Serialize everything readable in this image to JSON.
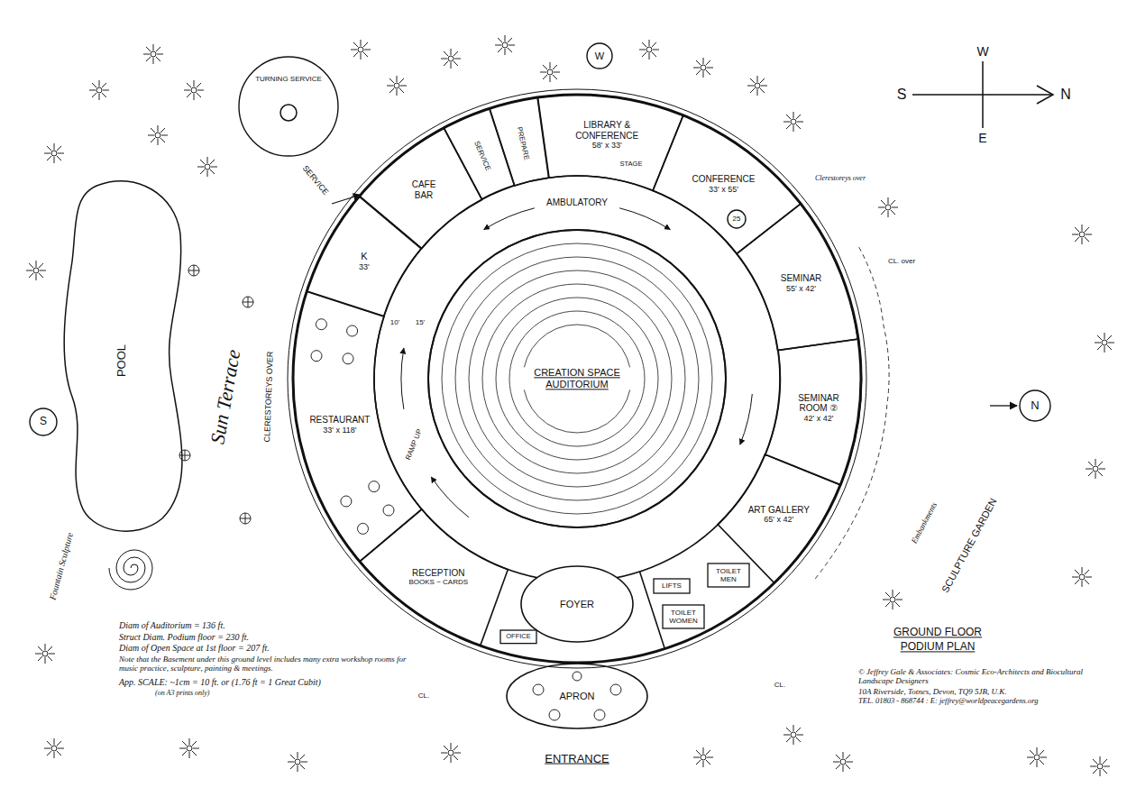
{
  "diagram": {
    "title": "GROUND FLOOR PODIUM PLAN",
    "nodes": [
      {
        "text": [
          "W"
        ]
      },
      {
        "text": [
          "TURNING SERVICE"
        ]
      },
      {
        "text": [
          "CAFE BAR"
        ]
      },
      {
        "text": [
          "SERVICE"
        ]
      },
      {
        "text": [
          "PREPARE"
        ]
      },
      {
        "text": [
          "LIBRARY & CONFERENCE",
          "58' x 33'"
        ]
      },
      {
        "text": [
          "CONFERENCE",
          "33' x 55'"
        ]
      },
      {
        "text": [
          "25"
        ],
        "in": 6
      },
      {
        "text": [
          "K",
          "33'"
        ]
      },
      {
        "text": [
          "AMBULATORY"
        ]
      },
      {
        "text": [
          "SEMINAR",
          "55' x 42'"
        ]
      },
      {
        "text": [
          "CREATION SPACE AUDITORIUM"
        ]
      },
      {
        "text": [
          "SEMINAR ROOM ②",
          "42' x 42'"
        ]
      },
      {
        "text": [
          "S"
        ]
      },
      {
        "text": [
          "RESTAURANT",
          "33' x 118'"
        ]
      },
      {
        "text": [
          "N"
        ]
      },
      {
        "text": [
          "POOL"
        ]
      },
      {
        "text": [
          "ART GALLERY",
          "65' x 42'"
        ]
      },
      {
        "text": [
          "LIFTS"
        ]
      },
      {
        "text": [
          "FOYER"
        ]
      },
      {
        "text": [
          "TOILET MEN"
        ]
      },
      {
        "text": [
          "RECEPTION",
          "BOOKS ~ CARDS"
        ]
      },
      {
        "text": [
          "TOILET WOMEN"
        ]
      },
      {
        "text": [
          "OFFICE"
        ]
      },
      {
        "text": [
          "APRON"
        ]
      }
    ],
    "labels": [
      "Sun Terrace",
      "CLERESTOREYS OVER",
      "Fountain Sculpture",
      "SERVICE",
      "RAMP UP",
      "10'",
      "15'",
      "STAGE",
      "ENTRANCE",
      "S",
      "W",
      "E",
      "N",
      "Embankments",
      "SCULPTURE GARDEN",
      "Clerestoreys over",
      "CL. over",
      "CL.",
      "CL.",
      "Diam of Auditorium = 136 ft.",
      "Struct Diam. Podium floor = 230 ft.",
      "Diam of Open Space at 1st floor = 207 ft.",
      "Note that the Basement under this ground level includes many extra workshop rooms for music practice, sculpture, painting & meetings.",
      "App. SCALE: ~1cm = 10 ft. or (1.76 ft = 1 Great Cubit)",
      "(on A3 prints only)",
      "© Jeffrey Gale & Associates: Cosmic Eco-Architects and Biocultural Landscape Designers",
      "10A Riverside, Totnes, Devon, TQ9 5JB, U.K.",
      "TEL. 01803 - 868744 : E: jeffrey@worldpeacegardens.org"
    ]
  }
}
